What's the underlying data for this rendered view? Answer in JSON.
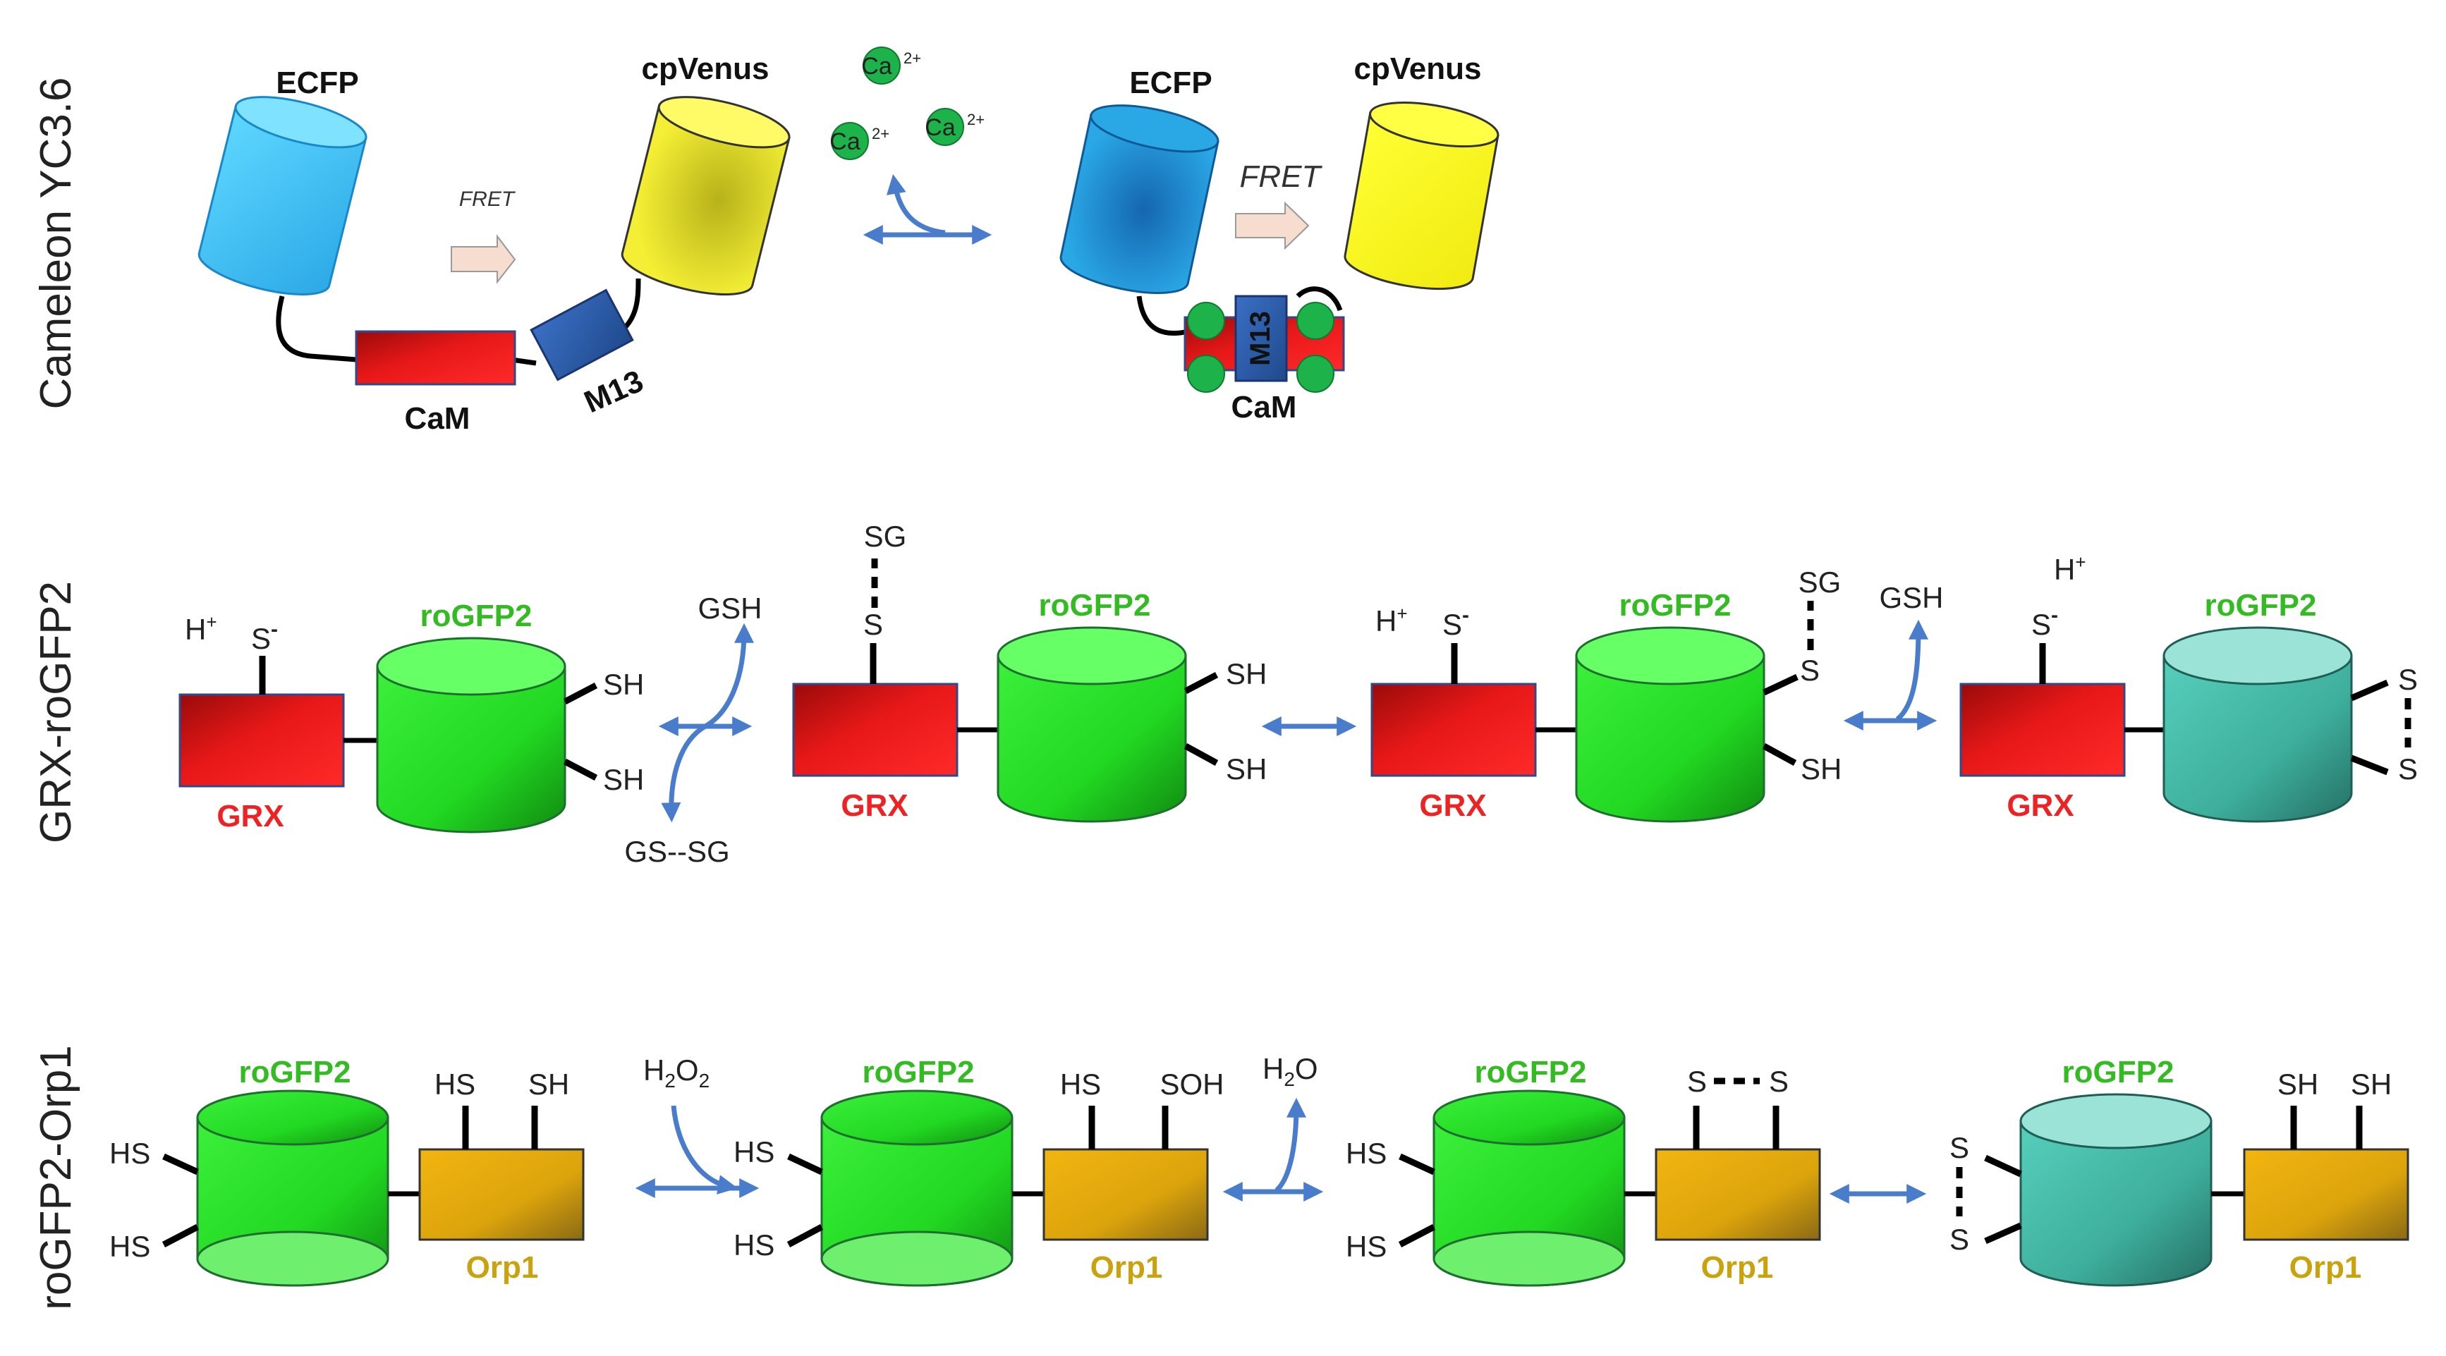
{
  "colors": {
    "ecfp": "#40c8f4",
    "ecfp_bound": "#1a8fd6",
    "cpvenus": "#f2ec2a",
    "cam": "#e01818",
    "m13": "#2e5aa8",
    "ca_bead": "#1eb24a",
    "rogfp_reduced": "#2ee82e",
    "rogfp_oxidized": "#3fb8a4",
    "grx": "#e01818",
    "orp1": "#d9a510",
    "arrow": "#4a7ccc",
    "fret_arrow": "#f7dcd0"
  },
  "panels": {
    "cameleon": {
      "side_label": "Cameleon YC3.6",
      "left": {
        "ecfp": "ECFP",
        "cpvenus": "cpVenus",
        "fret": "FRET",
        "cam": "CaM",
        "m13": "M13"
      },
      "ions": [
        "Ca",
        "Ca",
        "Ca"
      ],
      "ion_charge": "2+",
      "right": {
        "ecfp": "ECFP",
        "cpvenus": "cpVenus",
        "fret": "FRET",
        "cam": "CaM",
        "m13": "M13"
      }
    },
    "grx": {
      "side_label": "GRX-roGFP2",
      "s1": {
        "h": "H",
        "hplus": "+",
        "s": "S",
        "sminus": "-",
        "sh_top": "SH",
        "sh_bottom": "SH",
        "grx": "GRX",
        "rogfp": "roGFP2"
      },
      "a1": {
        "top": "GSH",
        "bottom": "GS--SG"
      },
      "s2": {
        "sg": "SG",
        "s": "S",
        "sh_top": "SH",
        "sh_bottom": "SH",
        "grx": "GRX",
        "rogfp": "roGFP2"
      },
      "s3": {
        "h": "H",
        "hplus": "+",
        "s": "S",
        "sminus": "-",
        "sg": "SG",
        "s_side": "S",
        "sh_bottom": "SH",
        "grx": "GRX",
        "rogfp": "roGFP2"
      },
      "a3": {
        "top": "GSH"
      },
      "s4": {
        "h": "H",
        "hplus": "+",
        "s": "S",
        "sminus": "-",
        "s_top": "S",
        "s_bottom": "S",
        "grx": "GRX",
        "rogfp": "roGFP2"
      }
    },
    "orp": {
      "side_label": "roGFP2-Orp1",
      "s1": {
        "rogfp": "roGFP2",
        "hs_top": "HS",
        "hs_bottom": "HS",
        "orp_left": "HS",
        "orp_right": "SH",
        "orp": "Orp1"
      },
      "a1": {
        "h": "H",
        "sub2a": "2",
        "o": "O",
        "sub2b": "2"
      },
      "s2": {
        "rogfp": "roGFP2",
        "hs_top": "HS",
        "hs_bottom": "HS",
        "orp_left": "HS",
        "orp_right": "SOH",
        "orp": "Orp1"
      },
      "a2": {
        "h": "H",
        "sub2": "2",
        "o": "O"
      },
      "s3": {
        "rogfp": "roGFP2",
        "hs_top": "HS",
        "hs_bottom": "HS",
        "orp_left": "S",
        "orp_right": "S",
        "orp": "Orp1"
      },
      "s4": {
        "rogfp": "roGFP2",
        "s_top": "S",
        "s_bottom": "S",
        "orp_left": "SH",
        "orp_right": "SH",
        "orp": "Orp1"
      }
    }
  }
}
